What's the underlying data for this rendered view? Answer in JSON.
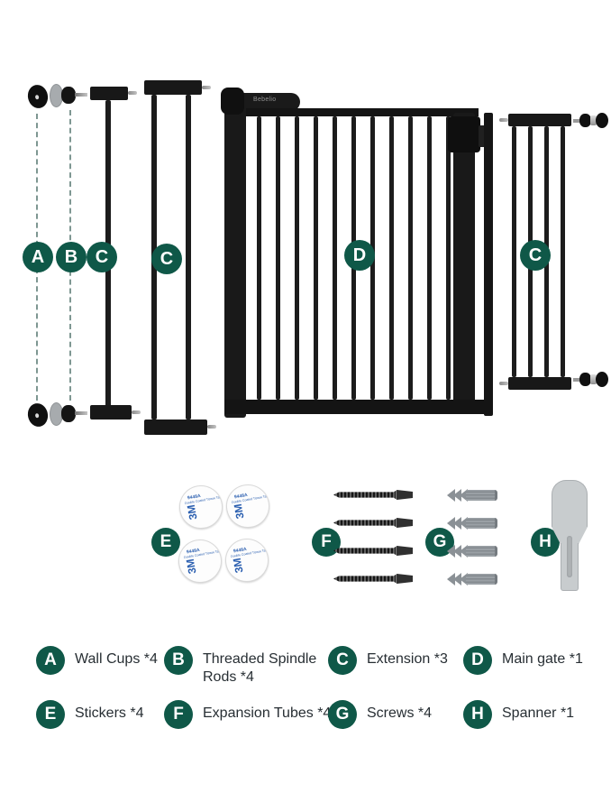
{
  "colors": {
    "badge": "#0F5848",
    "dash": "#7E9792",
    "ink": "#272E33",
    "sticker_blue": "#2B5FB0"
  },
  "brand": "Bebelio",
  "badges": {
    "A": "A",
    "B": "B",
    "C": "C",
    "D": "D",
    "E": "E",
    "F": "F",
    "G": "G",
    "H": "H"
  },
  "sticker": {
    "code": "9448A",
    "desc": "Double Coated Tissue Tape",
    "logo": "3M"
  },
  "legend": {
    "items": [
      {
        "letter": "A",
        "label": "Wall Cups *4"
      },
      {
        "letter": "B",
        "label": "Threaded Spindle Rods *4"
      },
      {
        "letter": "C",
        "label": "Extension *3"
      },
      {
        "letter": "D",
        "label": "Main gate *1"
      },
      {
        "letter": "E",
        "label": "Stickers *4"
      },
      {
        "letter": "F",
        "label": "Expansion Tubes *4"
      },
      {
        "letter": "G",
        "label": "Screws *4"
      },
      {
        "letter": "H",
        "label": "Spanner *1"
      }
    ]
  }
}
